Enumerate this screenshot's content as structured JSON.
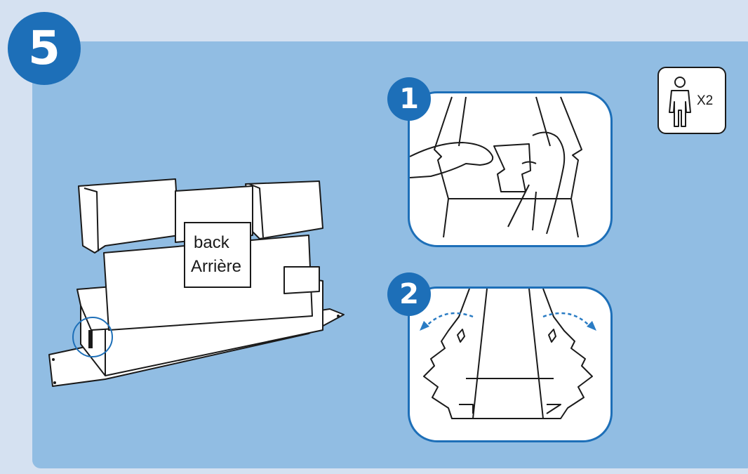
{
  "step": {
    "number": "5"
  },
  "substeps": [
    {
      "number": "1"
    },
    {
      "number": "2"
    }
  ],
  "box_label": {
    "line1": "back",
    "line2": "Arrière"
  },
  "persons": {
    "count": "X2",
    "icon": "person-icon"
  },
  "colors": {
    "accent": "#1d6fb8",
    "panel": "#91bde3",
    "background": "#d5e1f1",
    "fold_arrow": "#2a7cc4"
  }
}
